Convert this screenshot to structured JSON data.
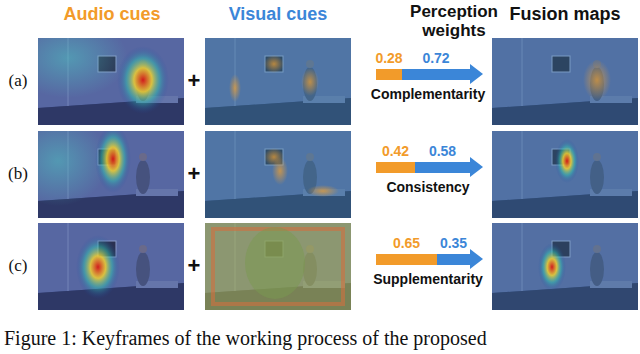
{
  "diagram": {
    "caption": "Figure 1: Keyframes of the working process of the proposed",
    "labels": [
      "Audio cues",
      "Visual cues",
      "Perception weights",
      "Fusion maps",
      "(a)",
      "+",
      "0.28",
      "0.72",
      "Complementarity",
      "(b)",
      "+",
      "0.42",
      "0.58",
      "Consistency",
      "(c)",
      "+",
      "0.65",
      "0.35",
      "Supplementarity"
    ]
  }
}
